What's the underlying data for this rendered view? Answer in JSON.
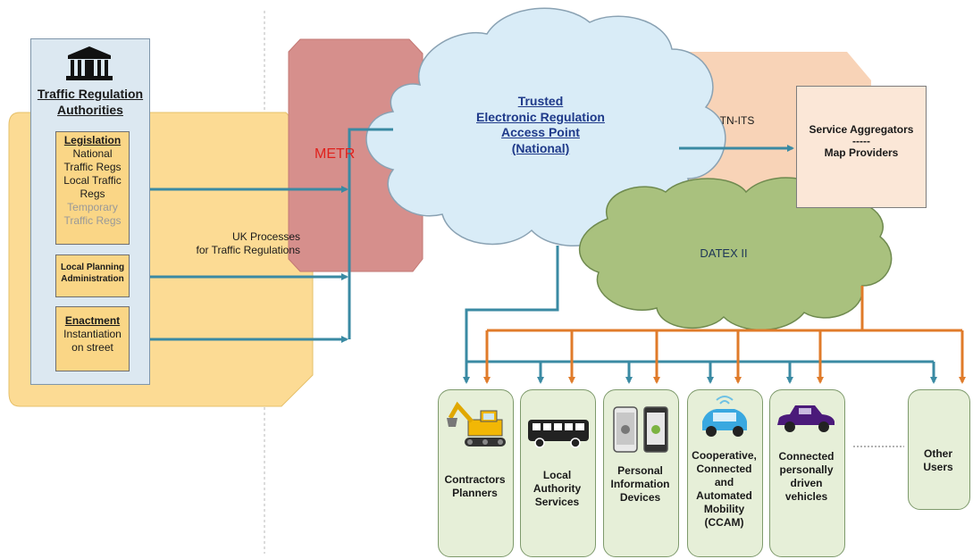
{
  "authority": {
    "title_line1": "Traffic Regulation",
    "title_line2": "Authorities",
    "legislation": {
      "heading": "Legislation",
      "line1": "National",
      "line2": "Traffic Regs",
      "line3": "Local Traffic",
      "line4": "Regs",
      "line5": "Temporary",
      "line6": "Traffic Regs"
    },
    "planning": {
      "line1": "Local Planning",
      "line2": "Administration"
    },
    "enactment": {
      "heading": "Enactment",
      "line1": "Instantiation",
      "line2": "on street"
    }
  },
  "uk_processes": {
    "line1": "UK Processes",
    "line2": "for Traffic Regulations"
  },
  "metr": {
    "label": "METR"
  },
  "access_point": {
    "line1": "Trusted",
    "line2": "Electronic Regulation",
    "line3": "Access Point",
    "line4": "(National)"
  },
  "tn_its": {
    "label": "TN-ITS"
  },
  "datex": {
    "label": "DATEX II"
  },
  "service": {
    "line1": "Service Aggregators",
    "line2": "-----",
    "line3": "Map Providers"
  },
  "users": [
    {
      "lines": [
        "Contractors",
        "Planners"
      ]
    },
    {
      "lines": [
        "Local",
        "Authority",
        "Services"
      ]
    },
    {
      "lines": [
        "Personal",
        "Information",
        "Devices"
      ]
    },
    {
      "lines": [
        "Cooperative,",
        "Connected",
        "and",
        "Automated",
        "Mobility",
        "(CCAM)"
      ]
    },
    {
      "lines": [
        "Connected",
        "personally",
        "driven",
        "vehicles"
      ]
    },
    {
      "lines": [
        "Other",
        "Users"
      ]
    }
  ],
  "colors": {
    "teal_arrow": "#3a8aa3",
    "orange_arrow": "#e07b2a",
    "metr_fill": "#d68f8c",
    "cloud_fill": "#d9ecf7",
    "datex_fill": "#a9c17e",
    "peach_fill": "#f8d3b7",
    "processes_fill": "#fcdb94",
    "link_text": "#1f3a8a",
    "metr_text": "#e0211c"
  },
  "icons": [
    "building-icon",
    "excavator-icon",
    "school-bus-icon",
    "smartphones-icon",
    "connected-car-icon",
    "vintage-car-icon"
  ]
}
